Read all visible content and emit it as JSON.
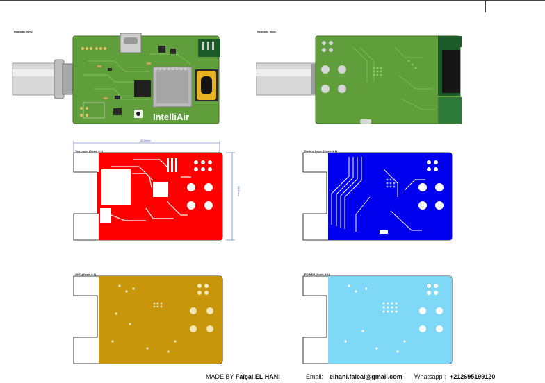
{
  "views": {
    "top_view_label": "Realistic View",
    "bottom_view_label": "Realistic View",
    "brand_text": "IntelliAir"
  },
  "layers": {
    "top_layer": "Top Layer (Scale 4:1)",
    "bottom_layer": "Bottom Layer (Scale 4:1)",
    "gnd_layer": "GND (Scale 4:1)",
    "power_layer": "POWER (Scale 4:1)"
  },
  "dimensions": {
    "width": "52.50mm",
    "height": "33.00mm"
  },
  "colors": {
    "board_green": "#5f9e3a",
    "top_layer": "#ff0000",
    "bottom_layer": "#0000ee",
    "gnd_layer": "#c8960a",
    "power_layer": "#7fd8f6",
    "dimension": "#3a5fc8"
  },
  "footer": {
    "made_by_prefix": "MADE BY",
    "author": "Faîçal EL HANI",
    "email_label": "Email:",
    "email": "elhani.faical@gmail.com",
    "whatsapp_label": "Whatsapp :",
    "whatsapp": "+212695199120"
  }
}
